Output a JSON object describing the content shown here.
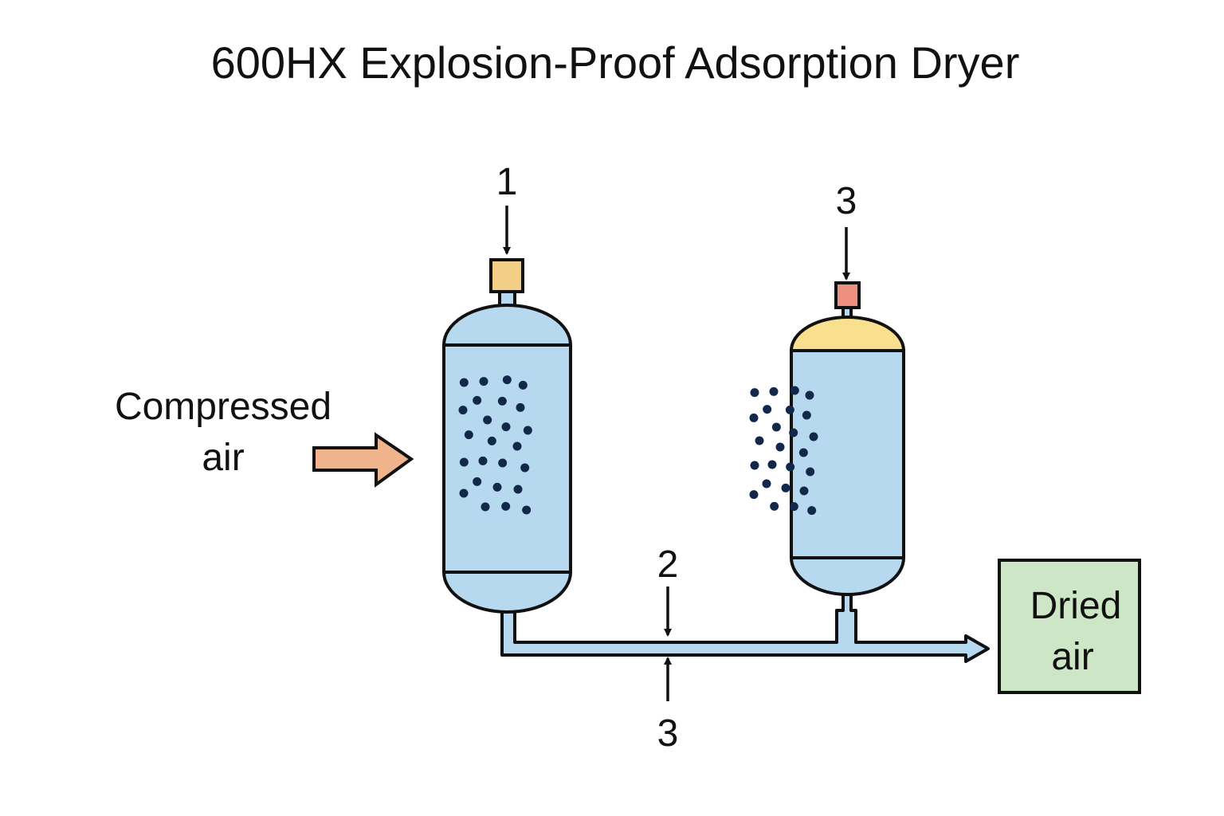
{
  "title": "600HX Explosion-Proof Adsorption Dryer",
  "inlet": {
    "line1": "Compressed",
    "line2": "air"
  },
  "outlet": {
    "line1": "Dried",
    "line2": "air"
  },
  "callouts": {
    "valve_left": "1",
    "valve_right": "3",
    "pipe_top": "2",
    "pipe_bottom": "3"
  },
  "colors": {
    "vessel": "#B6D9EF",
    "dome_yellow": "#F9E08F",
    "valve_left": "#F2CE86",
    "valve_right": "#EE9080",
    "inlet_arrow": "#EFB48C",
    "outlet_box": "#CDE6C6",
    "desiccant": "#12284B"
  }
}
